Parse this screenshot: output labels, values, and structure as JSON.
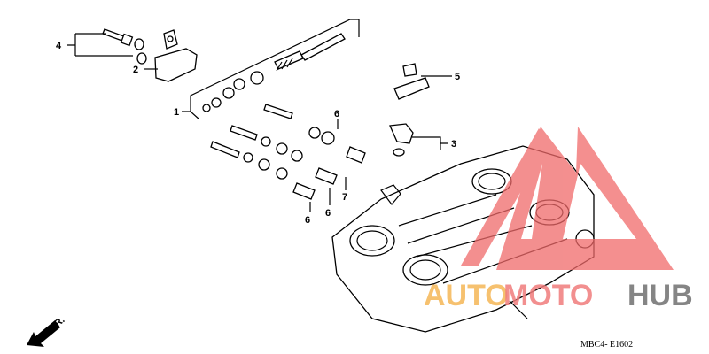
{
  "diagram": {
    "callouts": {
      "c4": "4",
      "c2": "2",
      "c1": "1",
      "c6a": "6",
      "c6b": "6",
      "c6c": "6",
      "c7": "7",
      "c5": "5",
      "c3": "3"
    },
    "direction_label": "FR.",
    "figure_code": "MBC4- E1602"
  },
  "watermark": {
    "part1": "AUTO",
    "part2": "MOTO",
    "part3": "HUB",
    "colors": {
      "auto": "#f5b24c",
      "moto": "#f07c7c",
      "hub": "#858585",
      "triangle": "#f06a6a"
    }
  }
}
